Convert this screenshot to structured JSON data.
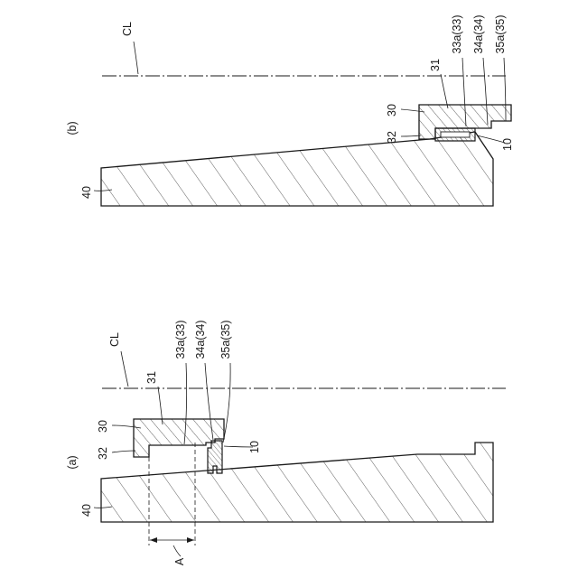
{
  "figure_a": {
    "caption": "(a)",
    "labels": {
      "cl": "CL",
      "part_30": "30",
      "part_31": "31",
      "part_32": "32",
      "part_33a": "33a(33)",
      "part_34a": "34a(34)",
      "part_35a": "35a(35)",
      "part_10": "10",
      "part_40": "40",
      "dim_a": "A"
    }
  },
  "figure_b": {
    "caption": "(b)",
    "labels": {
      "cl": "CL",
      "part_30": "30",
      "part_31": "31",
      "part_32": "32",
      "part_33a": "33a(33)",
      "part_34a": "34a(34)",
      "part_35a": "35a(35)",
      "part_10": "10",
      "part_40": "40"
    }
  }
}
